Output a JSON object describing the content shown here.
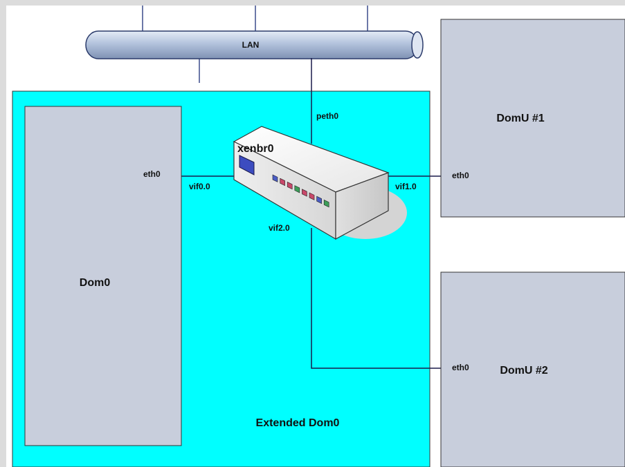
{
  "diagram": {
    "lan_label": "LAN",
    "bridge_label": "xenbr0",
    "peth_label": "peth0",
    "dom0": {
      "title": "Dom0",
      "eth_label": "eth0",
      "vif_label": "vif0.0"
    },
    "domu1": {
      "title": "DomU #1",
      "eth_label": "eth0",
      "vif_label": "vif1.0"
    },
    "domu2": {
      "title": "DomU #2",
      "eth_label": "eth0",
      "vif_label": "vif2.0"
    },
    "extended_label": "Extended Dom0",
    "colors": {
      "background": "#dcdcdc",
      "canvas": "#ffffff",
      "extended_area": "#00ffff",
      "domain_box": "#c8cedc",
      "lan_pipe": "#b3c3dd",
      "wire": "#1a1a4a",
      "switch": "#f2f2f2"
    },
    "port_led_colors": [
      "#4a5cc4",
      "#c8486a",
      "#c8486a",
      "#3c9e58",
      "#c8486a",
      "#c8486a",
      "#4a5cc4",
      "#3c9e58"
    ]
  }
}
